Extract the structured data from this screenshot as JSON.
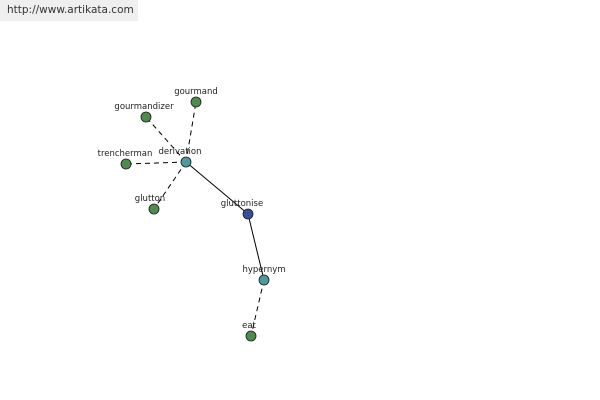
{
  "watermark": "http://www.artikata.com",
  "graph": {
    "nodes": [
      {
        "id": "gourmand",
        "label": "gourmand",
        "color": "#4f8a4f"
      },
      {
        "id": "gourmandizer",
        "label": "gourmandizer",
        "color": "#4f8a4f"
      },
      {
        "id": "trencherman",
        "label": "trencherman",
        "color": "#4f8a4f"
      },
      {
        "id": "derivation",
        "label": "derivation",
        "color": "#4f9a9a"
      },
      {
        "id": "glutton",
        "label": "glutton",
        "color": "#4f8a4f"
      },
      {
        "id": "gluttonise",
        "label": "gluttonise",
        "color": "#3a4f9a"
      },
      {
        "id": "hypernym",
        "label": "hypernym",
        "color": "#4f9a9a"
      },
      {
        "id": "eat",
        "label": "eat",
        "color": "#4f8a4f"
      }
    ],
    "edges": [
      {
        "from": "derivation",
        "to": "gourmand",
        "style": "dashed"
      },
      {
        "from": "derivation",
        "to": "gourmandizer",
        "style": "dashed"
      },
      {
        "from": "derivation",
        "to": "trencherman",
        "style": "dashed"
      },
      {
        "from": "derivation",
        "to": "glutton",
        "style": "dashed"
      },
      {
        "from": "gluttonise",
        "to": "derivation",
        "style": "solid"
      },
      {
        "from": "gluttonise",
        "to": "hypernym",
        "style": "solid"
      },
      {
        "from": "hypernym",
        "to": "eat",
        "style": "dashed"
      }
    ]
  }
}
